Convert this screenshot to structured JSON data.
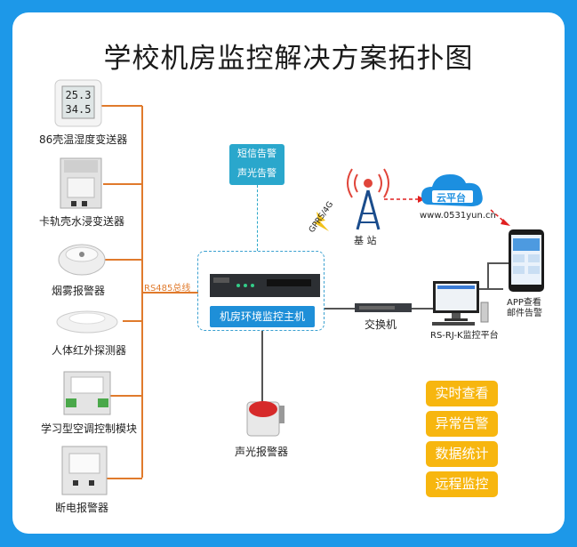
{
  "title": "学校机房监控解决方案拓扑图",
  "devices": [
    {
      "label": "86壳温湿度变送器",
      "display_top": "25.3",
      "display_bottom": "34.5"
    },
    {
      "label": "卡轨壳水浸变送器"
    },
    {
      "label": "烟雾报警器"
    },
    {
      "label": "人体红外探测器"
    },
    {
      "label": "学习型空调控制模块"
    },
    {
      "label": "断电报警器"
    }
  ],
  "bus_label": "RS485总线",
  "alarm_box": {
    "line1": "短信告警",
    "line2": "声光告警"
  },
  "host_label": "机房环境监控主机",
  "sound_light_label": "声光报警器",
  "gprs_label": "GPRS/4G",
  "base_station_label": "基 站",
  "cloud": {
    "name": "云平台",
    "url": "www.0531yun.cn"
  },
  "app_label_line1": "APP查看",
  "app_label_line2": "邮件告警",
  "switch_label": "交换机",
  "pc_label": "RS-RJ-K监控平台",
  "features": [
    "实时查看",
    "异常告警",
    "数据统计",
    "远程监控"
  ],
  "colors": {
    "background": "#1d98e8",
    "bus": "#e07a2c",
    "feature": "#f7b60f",
    "host_label": "#1e8fd8",
    "alarm_box": "#2aa7cc",
    "arrow_red": "#e02020"
  }
}
